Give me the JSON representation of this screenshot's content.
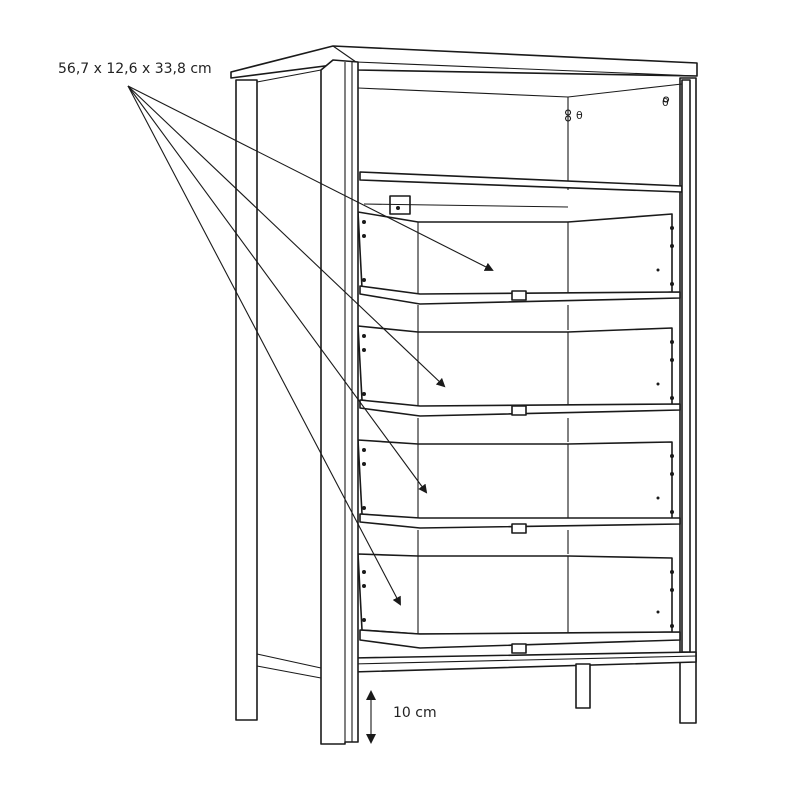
{
  "annotations": {
    "drawer_dimensions": "56,7 x 12,6 x 33,8 cm",
    "leg_height": "10 cm"
  },
  "figure": {
    "subject": "chest-of-drawers",
    "drawer_count": 4,
    "open_shelf_count": 1,
    "line_color": "#1a1a1a",
    "background": "#ffffff"
  }
}
